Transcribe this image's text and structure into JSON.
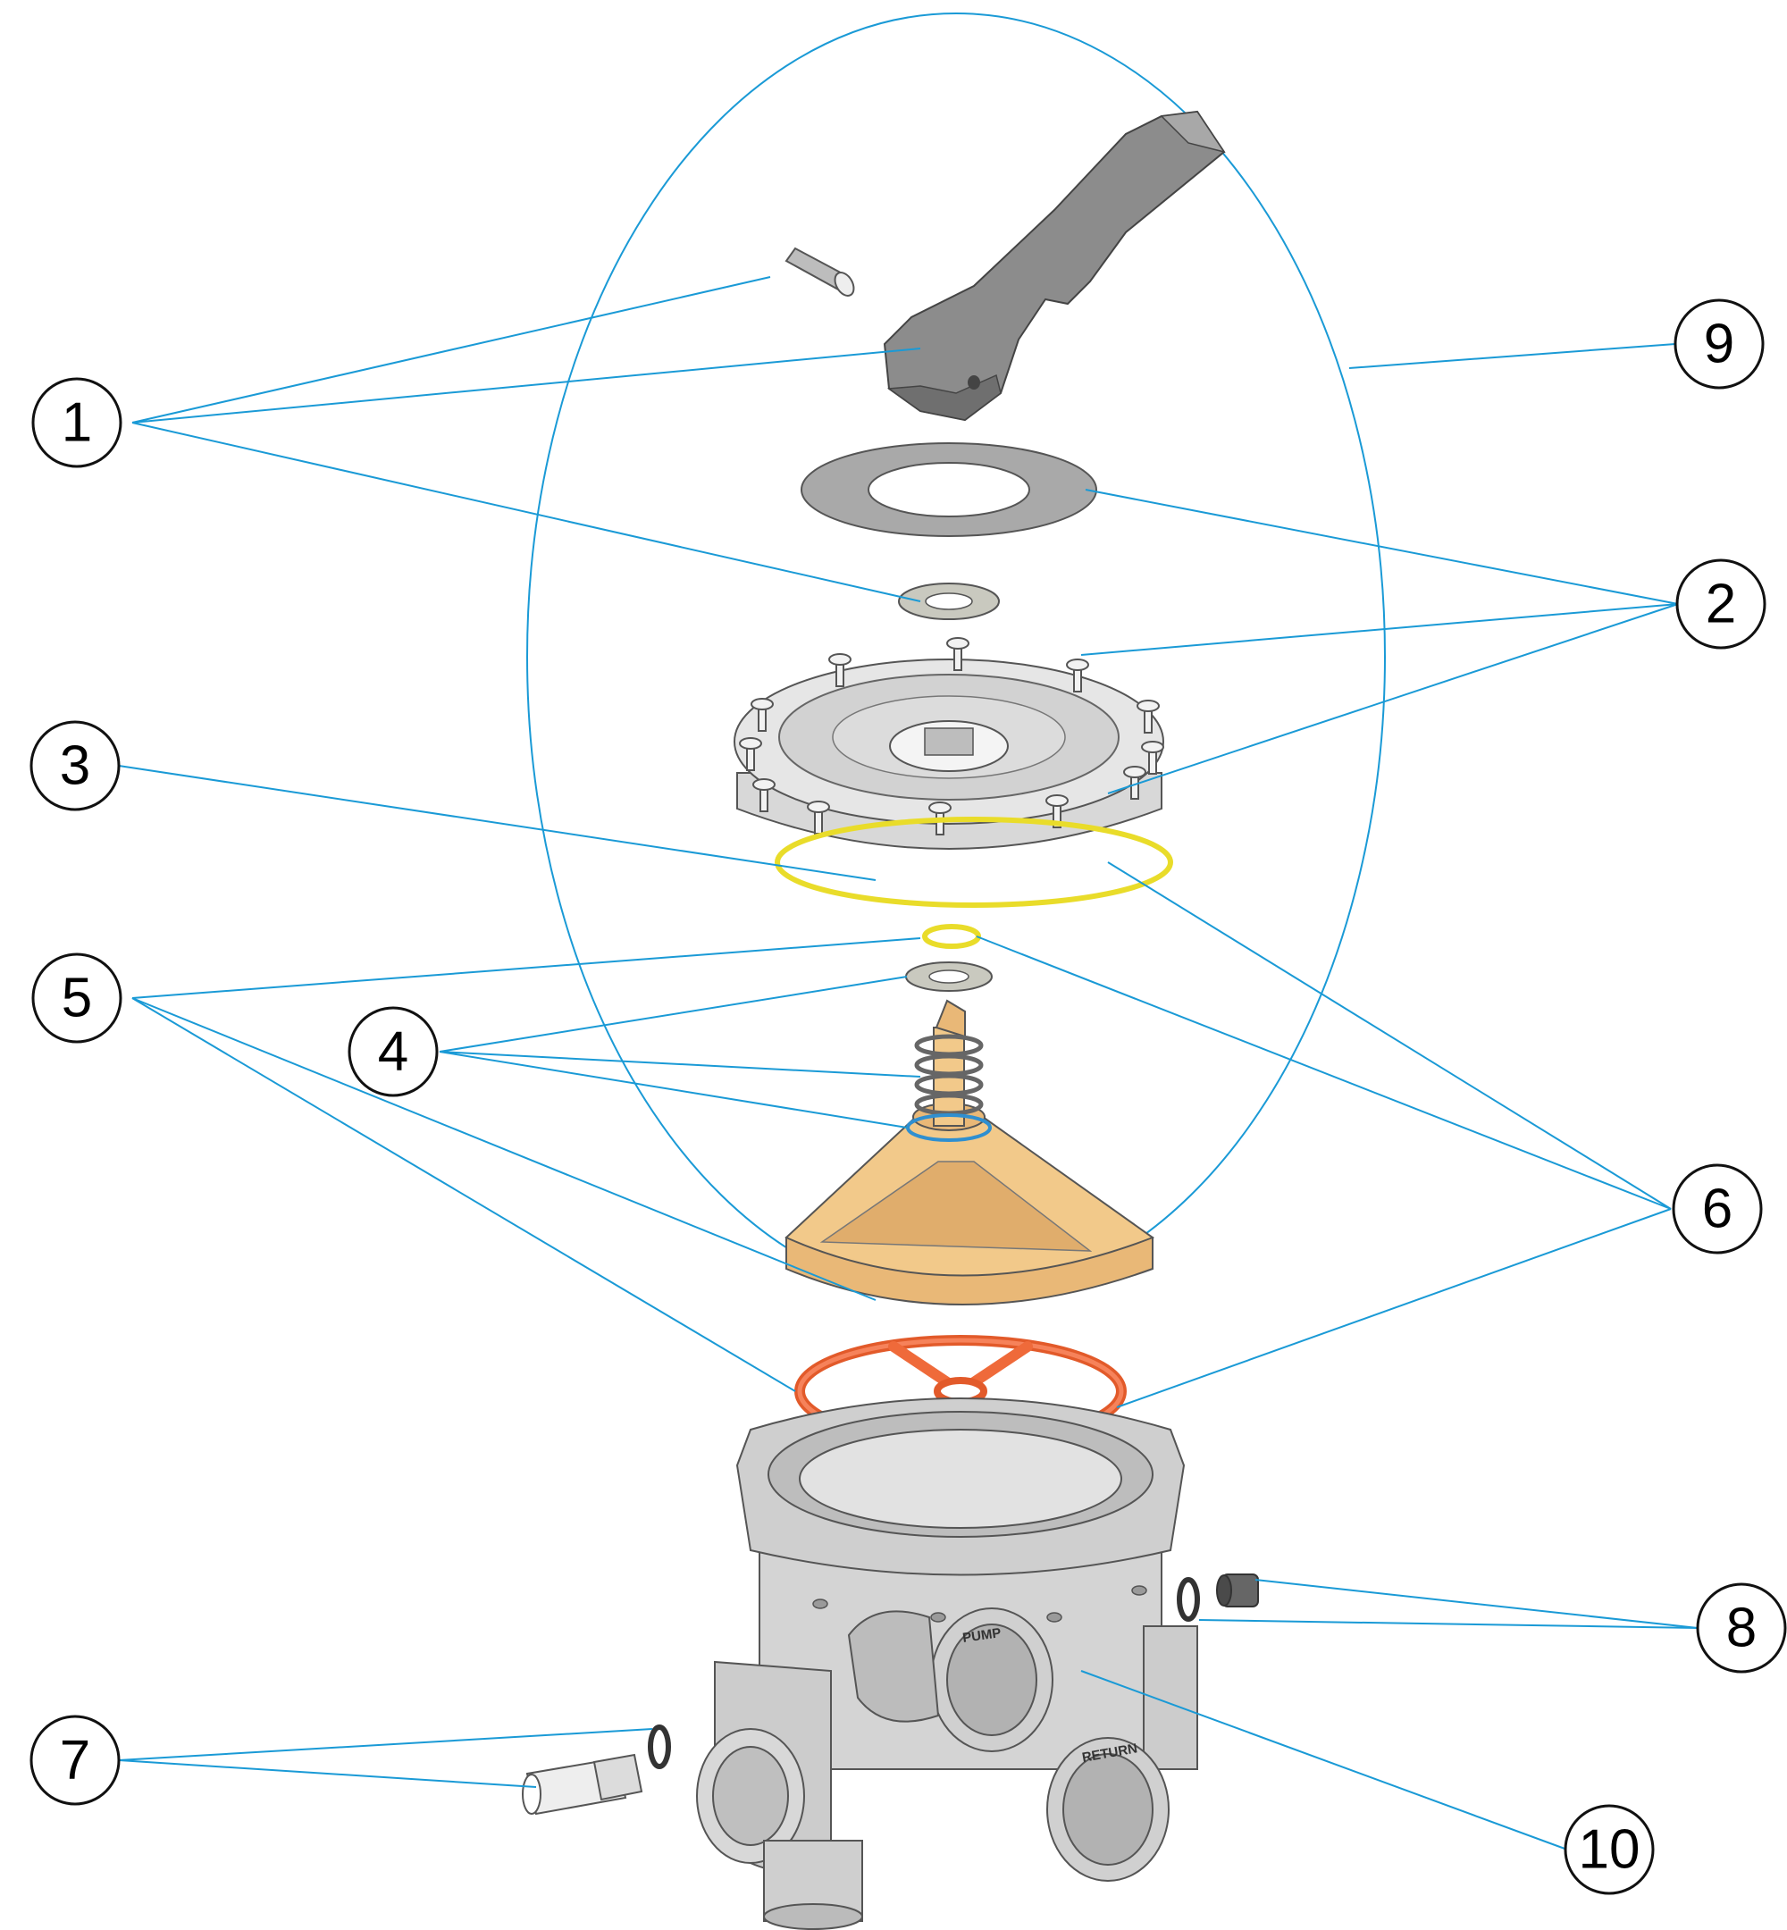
{
  "colors": {
    "leader": "#1a9ad6",
    "handle": "#8c8c8c",
    "body": "#d4d4d4",
    "rotor": "#f2c98a",
    "star_gasket": "#ef6a3a",
    "o_ring": "#f0e030"
  },
  "callouts": {
    "c1": "1",
    "c2": "2",
    "c3": "3",
    "c4": "4",
    "c5": "5",
    "c6": "6",
    "c7": "7",
    "c8": "8",
    "c9": "9",
    "c10": "10"
  },
  "port_labels": {
    "pump": "PUMP",
    "return": "RETURN"
  }
}
